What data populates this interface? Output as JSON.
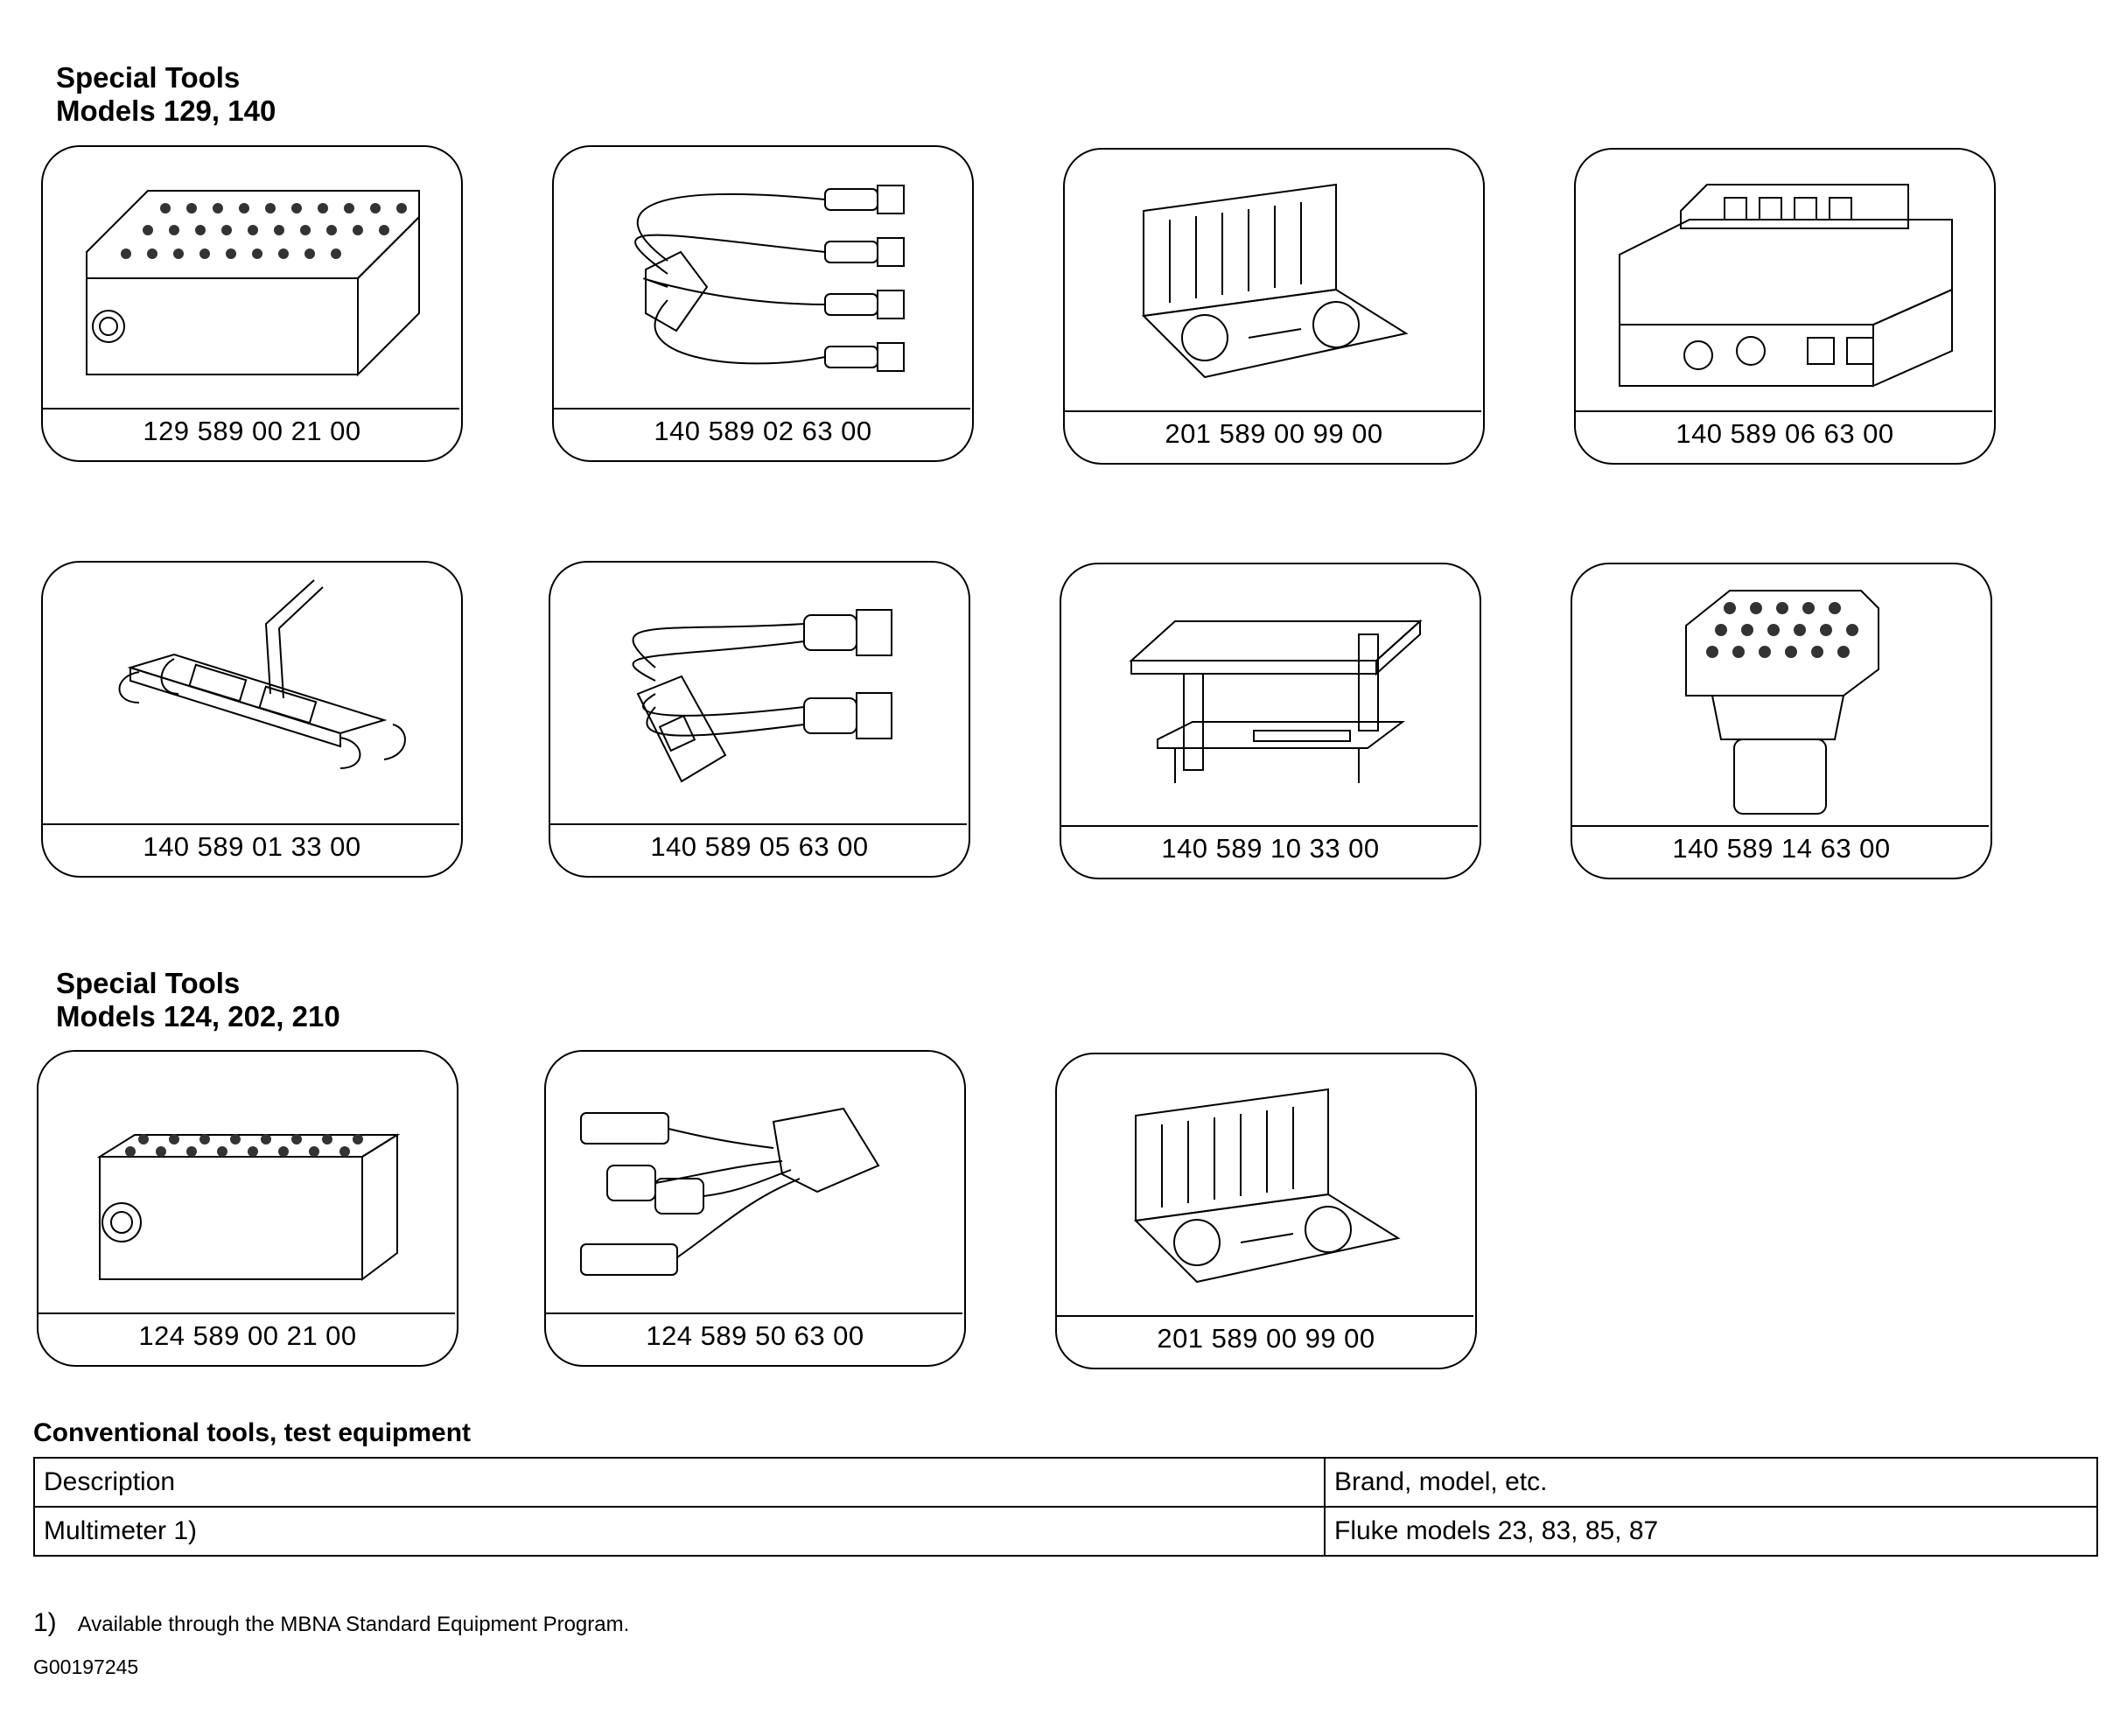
{
  "section1": {
    "title_line1": "Special Tools",
    "title_line2": "Models 129, 140"
  },
  "section2": {
    "title_line1": "Special Tools",
    "title_line2": "Models 124,  202, 210"
  },
  "tools": [
    {
      "part_no": "129 589 00 21 00",
      "icon": "test-box-icon"
    },
    {
      "part_no": "140 589 02 63 00",
      "icon": "adapter-cable-icon"
    },
    {
      "part_no": "201 589 00 99 00",
      "icon": "tool-case-icon"
    },
    {
      "part_no": "140 589 06 63 00",
      "icon": "test-adapter-unit-icon"
    },
    {
      "part_no": "140 589 01 33 00",
      "icon": "holder-bracket-icon"
    },
    {
      "part_no": "140 589 05 63 00",
      "icon": "adapter-cable-icon"
    },
    {
      "part_no": "140 589 10 33 00",
      "icon": "bench-fixture-icon"
    },
    {
      "part_no": "140 589 14 63 00",
      "icon": "round-connector-icon"
    },
    {
      "part_no": "124 589 00 21 00",
      "icon": "test-box-icon"
    },
    {
      "part_no": "124 589 50 63 00",
      "icon": "adapter-cable-icon"
    },
    {
      "part_no": "201 589 00 99 00",
      "icon": "tool-case-icon"
    }
  ],
  "conventional": {
    "title": "Conventional tools, test equipment",
    "header": {
      "description": "Description",
      "brand": "Brand, model, etc."
    },
    "rows": [
      {
        "description": "Multimeter 1)",
        "brand": "Fluke models 23, 83, 85, 87"
      }
    ]
  },
  "footnote": {
    "marker": "1)",
    "text": "Available through the MBNA Standard Equipment Program."
  },
  "reference": "G00197245"
}
